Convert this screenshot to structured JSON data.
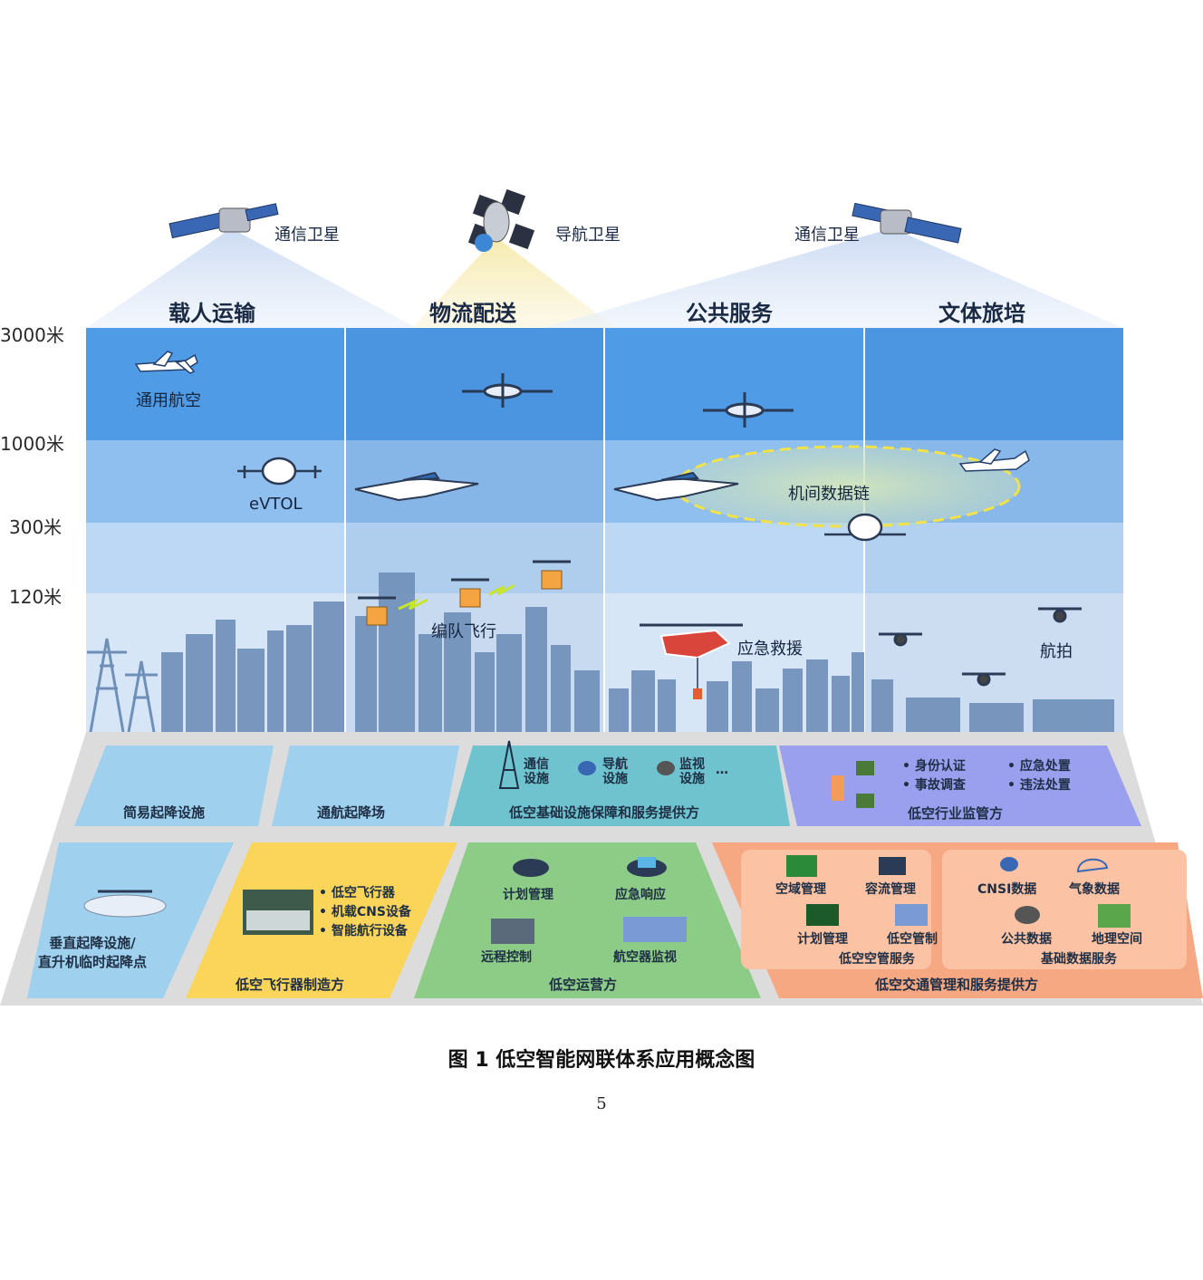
{
  "satellites": {
    "left_label": "通信卫星",
    "center_label": "导航卫星",
    "right_label": "通信卫星"
  },
  "columns": [
    "载人运输",
    "物流配送",
    "公共服务",
    "文体旅培"
  ],
  "altitudes": [
    "3000米",
    "1000米",
    "300米",
    "120米"
  ],
  "sky_labels": {
    "general_aviation": "通用航空",
    "evtol": "eVTOL",
    "datalink": "机间数据链",
    "formation": "编队飞行",
    "rescue": "应急救援",
    "aerial_photo": "航拍"
  },
  "ground_row1": {
    "simple_pad": "简易起降设施",
    "airfield": "通航起降场",
    "infra": {
      "comm": "通信\n设施",
      "nav": "导航\n设施",
      "surv": "监视\n设施",
      "more": "…",
      "title": "低空基础设施保障和服务提供方"
    },
    "regulator": {
      "items": [
        "• 身份认证",
        "• 事故调查",
        "• 应急处置",
        "• 违法处置"
      ],
      "title": "低空行业监管方"
    }
  },
  "ground_row2": {
    "vertiport": "垂直起降设施/\n直升机临时起降点",
    "manufacturer": {
      "items": [
        "• 低空飞行器",
        "• 机载CNS设备",
        "• 智能航行设备"
      ],
      "title": "低空飞行器制造方"
    },
    "operator": {
      "items": [
        "计划管理",
        "应急响应",
        "远程控制",
        "航空器监视"
      ],
      "title": "低空运营方"
    },
    "traffic": {
      "atm_items": [
        "空域管理",
        "容流管理",
        "计划管理",
        "低空管制"
      ],
      "atm_title": "低空空管服务",
      "data_items": [
        "CNSI数据",
        "气象数据",
        "公共数据",
        "地理空间"
      ],
      "data_title": "基础数据服务",
      "title": "低空交通管理和服务提供方"
    }
  },
  "caption": "图 1  低空智能网联体系应用概念图",
  "page_number": "5",
  "colors": {
    "sky_top": "#4f9be6",
    "sky_band2": "#8fbfee",
    "sky_band3": "#bcd8f5",
    "sky_band4": "#d7e6f7",
    "city": "#6f8fb8",
    "ground": "#dcdcdc",
    "light_blue": "#9fd0ee",
    "teal": "#6ec3cf",
    "lavender": "#9aa0ee",
    "yellow": "#fbd55a",
    "green": "#8ccc86",
    "orange": "#f6a882",
    "datalink": "#f2e24a"
  }
}
